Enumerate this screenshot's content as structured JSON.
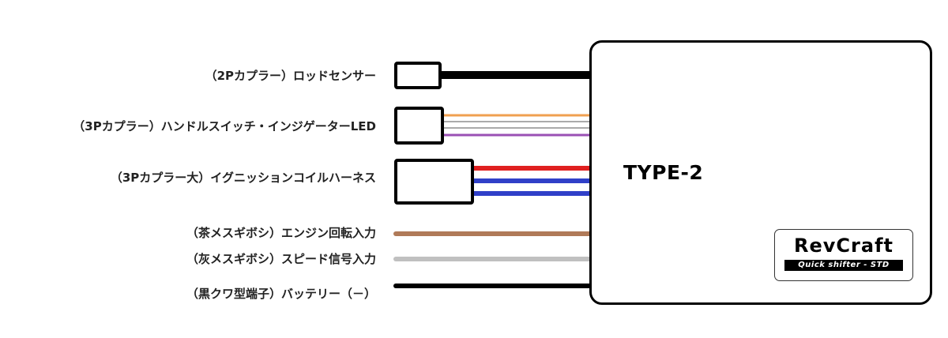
{
  "connections": [
    {
      "label": "（2Pカプラー）ロッドセンサー"
    },
    {
      "label": "（3Pカプラー）ハンドルスイッチ・インジゲーターLED"
    },
    {
      "label": "（3Pカプラー大）イグニッションコイルハーネス"
    },
    {
      "label": "（茶メスギボシ）エンジン回転入力"
    },
    {
      "label": "（灰メスギボシ）スピード信号入力"
    },
    {
      "label": "（黒クワ型端子）バッテリー（－）"
    }
  ],
  "module": {
    "type_label": "TYPE-2",
    "logo_name": "RevCraft",
    "logo_tagline": "Quick shifter - STD"
  },
  "wire_colors": {
    "black": "#000000",
    "orange": "#f0a050",
    "purple": "#9a50b4",
    "red": "#e02020",
    "blue": "#3040c8",
    "brown": "#b07a58",
    "gray": "#c0c0c0"
  }
}
